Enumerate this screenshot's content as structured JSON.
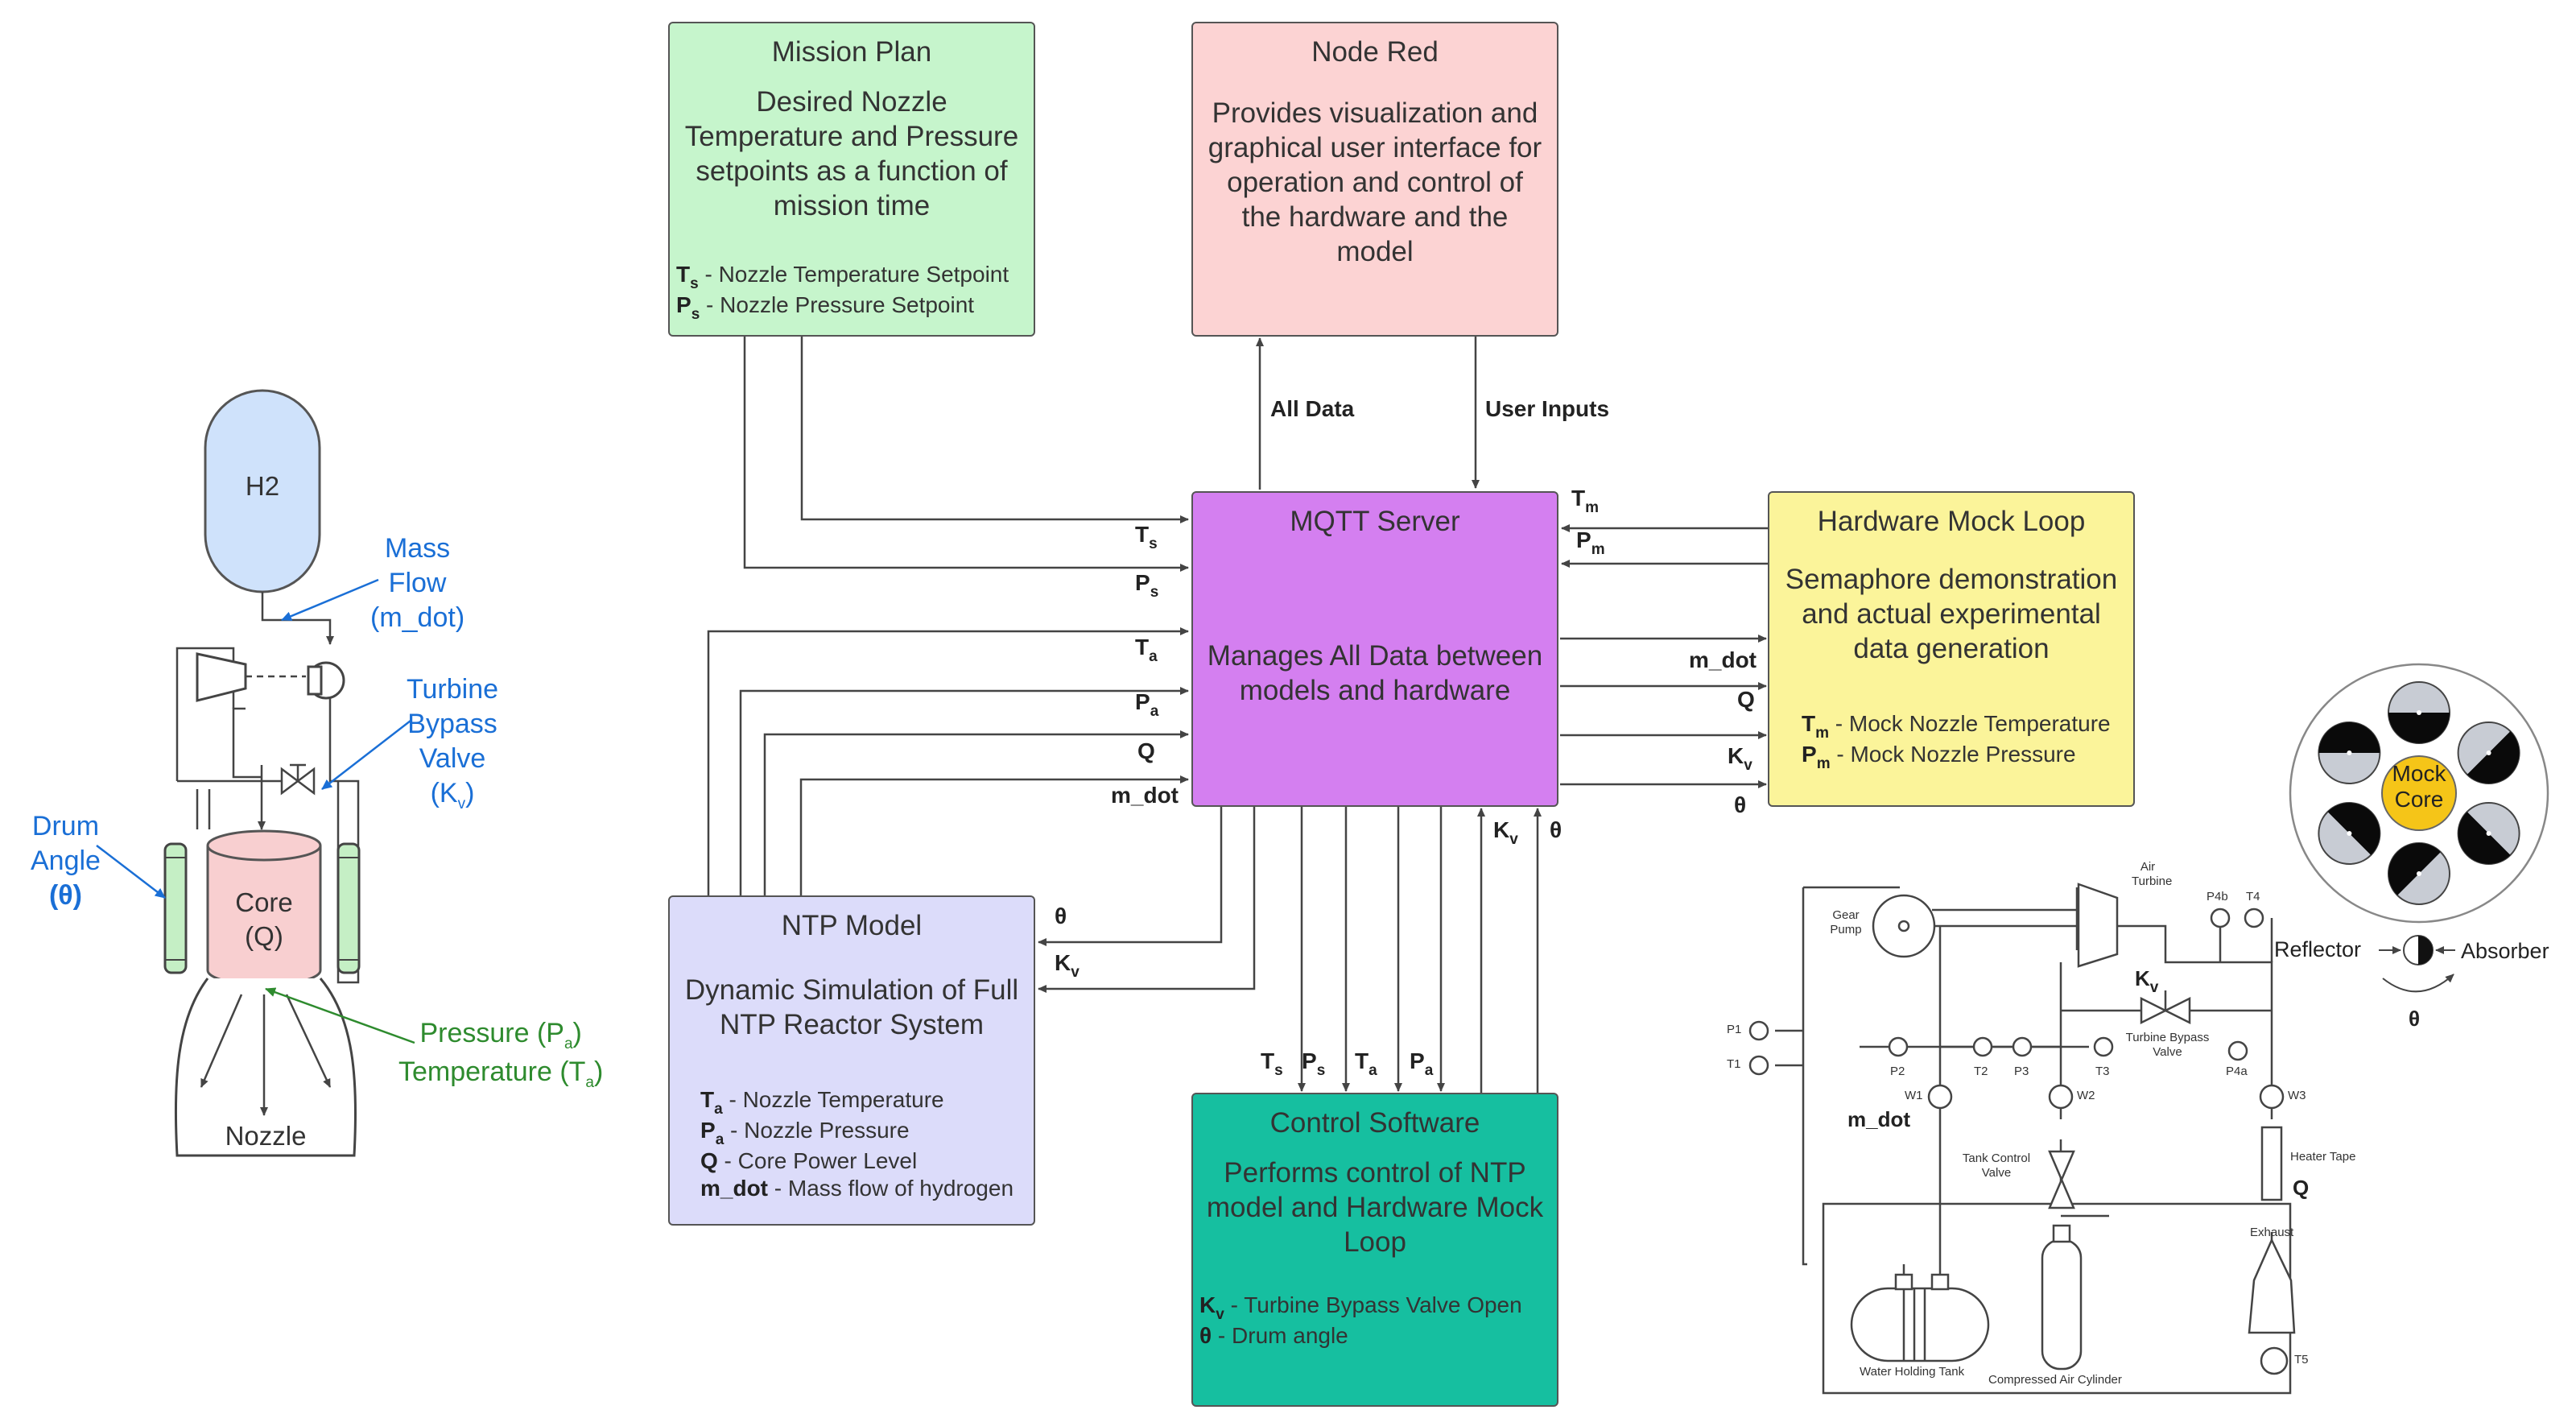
{
  "boxes": {
    "mission": {
      "title": "Mission Plan",
      "desc": "Desired Nozzle Temperature and Pressure setpoints as a function of mission time",
      "legend": [
        {
          "sym": "T",
          "sub": "s",
          "text": " - Nozzle Temperature Setpoint"
        },
        {
          "sym": "P",
          "sub": "s",
          "text": " - Nozzle Pressure Setpoint"
        }
      ]
    },
    "nodered": {
      "title": "Node Red",
      "desc": "Provides visualization and graphical user interface for operation and control of the hardware and the model"
    },
    "mqtt": {
      "title": "MQTT Server",
      "desc": "Manages All Data between models and hardware"
    },
    "hardware": {
      "title": "Hardware Mock Loop",
      "desc": "Semaphore demonstration and actual experimental data generation",
      "legend": [
        {
          "sym": "T",
          "sub": "m",
          "text": " - Mock Nozzle Temperature"
        },
        {
          "sym": "P",
          "sub": "m",
          "text": " - Mock Nozzle Pressure"
        }
      ]
    },
    "ntp": {
      "title": "NTP Model",
      "desc": "Dynamic Simulation of Full NTP Reactor System",
      "legend": [
        {
          "sym": "T",
          "sub": "a",
          "text": " - Nozzle Temperature"
        },
        {
          "sym": "P",
          "sub": "a",
          "text": " - Nozzle Pressure"
        },
        {
          "sym": "Q",
          "sub": "",
          "text": " - Core Power Level"
        },
        {
          "sym": "m_dot",
          "sub": "",
          "text": " - Mass flow of hydrogen"
        }
      ]
    },
    "control": {
      "title": "Control Software",
      "desc": "Performs control of NTP model and Hardware Mock Loop",
      "legend": [
        {
          "sym": "K",
          "sub": "v",
          "text": " - Turbine Bypass Valve Open"
        },
        {
          "sym": "θ",
          "sub": "",
          "text": " - Drum angle"
        }
      ]
    }
  },
  "arrow_labels": {
    "all_data": "All Data",
    "user_inputs": "User Inputs",
    "Ts": {
      "sym": "T",
      "sub": "s"
    },
    "Ps": {
      "sym": "P",
      "sub": "s"
    },
    "Ta": {
      "sym": "T",
      "sub": "a"
    },
    "Pa": {
      "sym": "P",
      "sub": "a"
    },
    "Q": "Q",
    "m_dot": "m_dot",
    "Tm": {
      "sym": "T",
      "sub": "m"
    },
    "Pm": {
      "sym": "P",
      "sub": "m"
    },
    "Kv": {
      "sym": "K",
      "sub": "v"
    },
    "theta": "θ"
  },
  "reactor": {
    "tank": "H2",
    "core_line1": "Core",
    "core_line2": "(Q)",
    "nozzle": "Nozzle",
    "mass_flow": [
      "Mass",
      "Flow",
      "(m_dot)"
    ],
    "turbine": [
      "Turbine",
      "Bypass",
      "Valve"
    ],
    "turbine_kv": {
      "sym": "(K",
      "sub": "v",
      "end": ")"
    },
    "drum": [
      "Drum",
      "Angle",
      "(θ)"
    ],
    "pressure": {
      "sym": "Pressure (P",
      "sub": "a",
      "end": ")"
    },
    "temperature": {
      "sym": "Temperature (T",
      "sub": "a",
      "end": ")"
    },
    "colors": {
      "blue": "#1a6fd6",
      "green": "#2e8b2e",
      "tank": "#cfe2fb",
      "core": "#f8cfd0",
      "drum": "#c5efc5"
    }
  },
  "rig": {
    "air_turbine": "Air Turbine",
    "gear_pump": "Gear Pump",
    "p4b": "P4b",
    "t4": "T4",
    "kv": {
      "sym": "K",
      "sub": "v"
    },
    "bypass_valve": "Turbine Bypass Valve",
    "p4a": "P4a",
    "p1": "P1",
    "t1": "T1",
    "p2": "P2",
    "t2": "T2",
    "p3": "P3",
    "t3": "T3",
    "w1": "W1",
    "w2": "W2",
    "w3": "W3",
    "m_dot": "m_dot",
    "tank_control_valve": "Tank Control Valve",
    "heater_tape": "Heater Tape",
    "q": "Q",
    "exhaust": "Exhaust",
    "water_tank": "Water Holding Tank",
    "air_cylinder": "Compressed Air Cylinder",
    "t5": "T5"
  },
  "drum_panel": {
    "mock_core": [
      "Mock",
      "Core"
    ],
    "reflector": "Reflector",
    "absorber": "Absorber",
    "theta": "θ",
    "colors": {
      "core": "#f5c518"
    }
  },
  "colors": {
    "mission": "#c6f5cc",
    "nodered": "#fcd3d3",
    "mqtt": "#d47ff0",
    "hardware": "#fbf49a",
    "ntp": "#dcdcfa",
    "control": "#16bfa0",
    "line": "#444444"
  }
}
